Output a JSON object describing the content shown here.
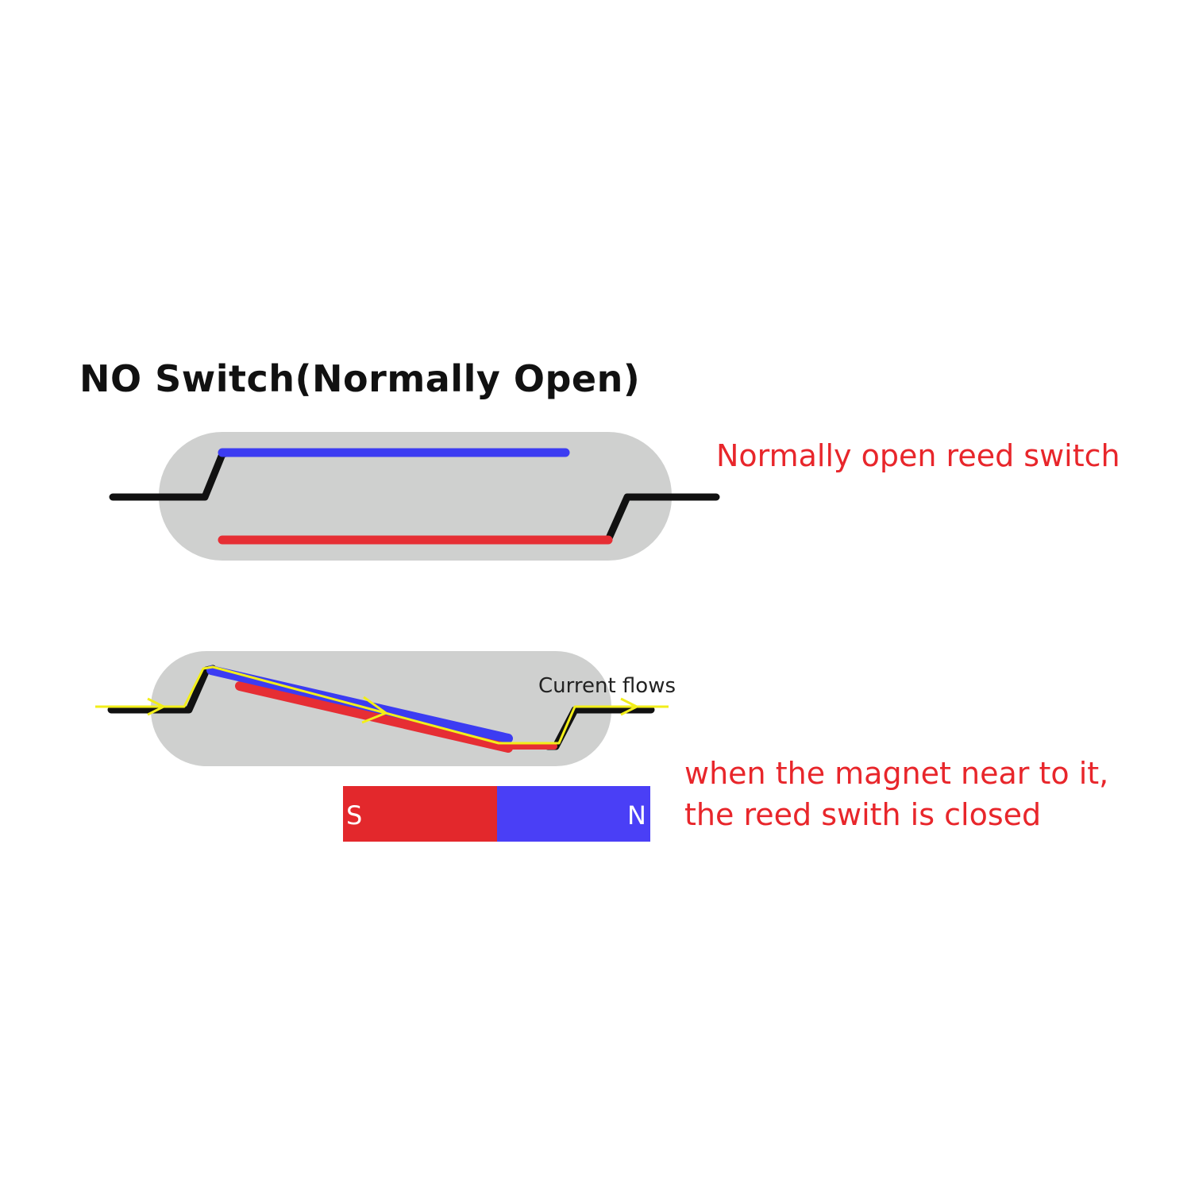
{
  "title": "NO Switch(Normally Open)",
  "caption_open": "Normally open reed switch",
  "caption_closed_line1": "when the magnet near to it,",
  "caption_closed_line2": "the reed swith is closed",
  "current_label": "Current flows",
  "magnet": {
    "south": "S",
    "north": "N"
  },
  "colors": {
    "glass": "#cfd0cf",
    "reed_top": "#3c3cf2",
    "reed_bottom": "#e62e34",
    "lead": "#111111",
    "current": "#f2ee1a",
    "magnet_south": "#e3282c",
    "magnet_north": "#4a3ff6",
    "caption": "#e8262b"
  }
}
